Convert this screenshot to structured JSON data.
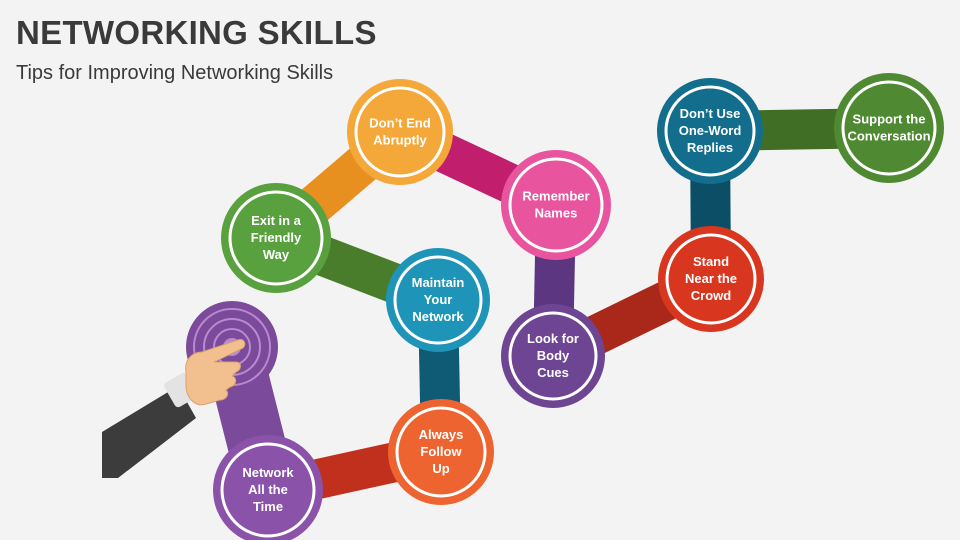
{
  "header": {
    "title": "NETWORKING SKILLS",
    "subtitle": "Tips for Improving Networking Skills"
  },
  "colors": {
    "purple": "#7b4a9b",
    "orange_red": "#e8502a",
    "teal": "#1c7f9c",
    "green": "#54913d",
    "orange": "#f2a33a",
    "magenta": "#d82c7d",
    "pink": "#e8529c",
    "violet": "#6b3f8f",
    "dark_red": "#c0301d",
    "dark_teal": "#0f5a74",
    "dark_green": "#4a7d2b"
  },
  "steps": [
    {
      "id": "network-all-the-time",
      "lines": [
        "Network",
        "All the",
        "Time"
      ],
      "color": "#8a52a8"
    },
    {
      "id": "always-follow-up",
      "lines": [
        "Always",
        "Follow",
        "Up"
      ],
      "color": "#ee6430"
    },
    {
      "id": "maintain-your-network",
      "lines": [
        "Maintain",
        "Your",
        "Network"
      ],
      "color": "#1e94b8"
    },
    {
      "id": "exit-in-a-friendly-way",
      "lines": [
        "Exit in a",
        "Friendly",
        "Way"
      ],
      "color": "#58a13e"
    },
    {
      "id": "dont-end-abruptly",
      "lines": [
        "Don’t End",
        "Abruptly"
      ],
      "color": "#f5a83a"
    },
    {
      "id": "remember-names",
      "lines": [
        "Remember",
        "Names"
      ],
      "color": "#e8559e"
    },
    {
      "id": "look-for-body-cues",
      "lines": [
        "Look for",
        "Body",
        "Cues"
      ],
      "color": "#6e4593"
    },
    {
      "id": "stand-near-the-crowd",
      "lines": [
        "Stand",
        "Near the",
        "Crowd"
      ],
      "color": "#d9361f"
    },
    {
      "id": "dont-use-one-word-replies",
      "lines": [
        "Don’t Use",
        "One-Word",
        "Replies"
      ],
      "color": "#136e8e"
    },
    {
      "id": "support-the-conversation",
      "lines": [
        "Support the",
        "Conversation"
      ],
      "color": "#4f8a32"
    }
  ]
}
